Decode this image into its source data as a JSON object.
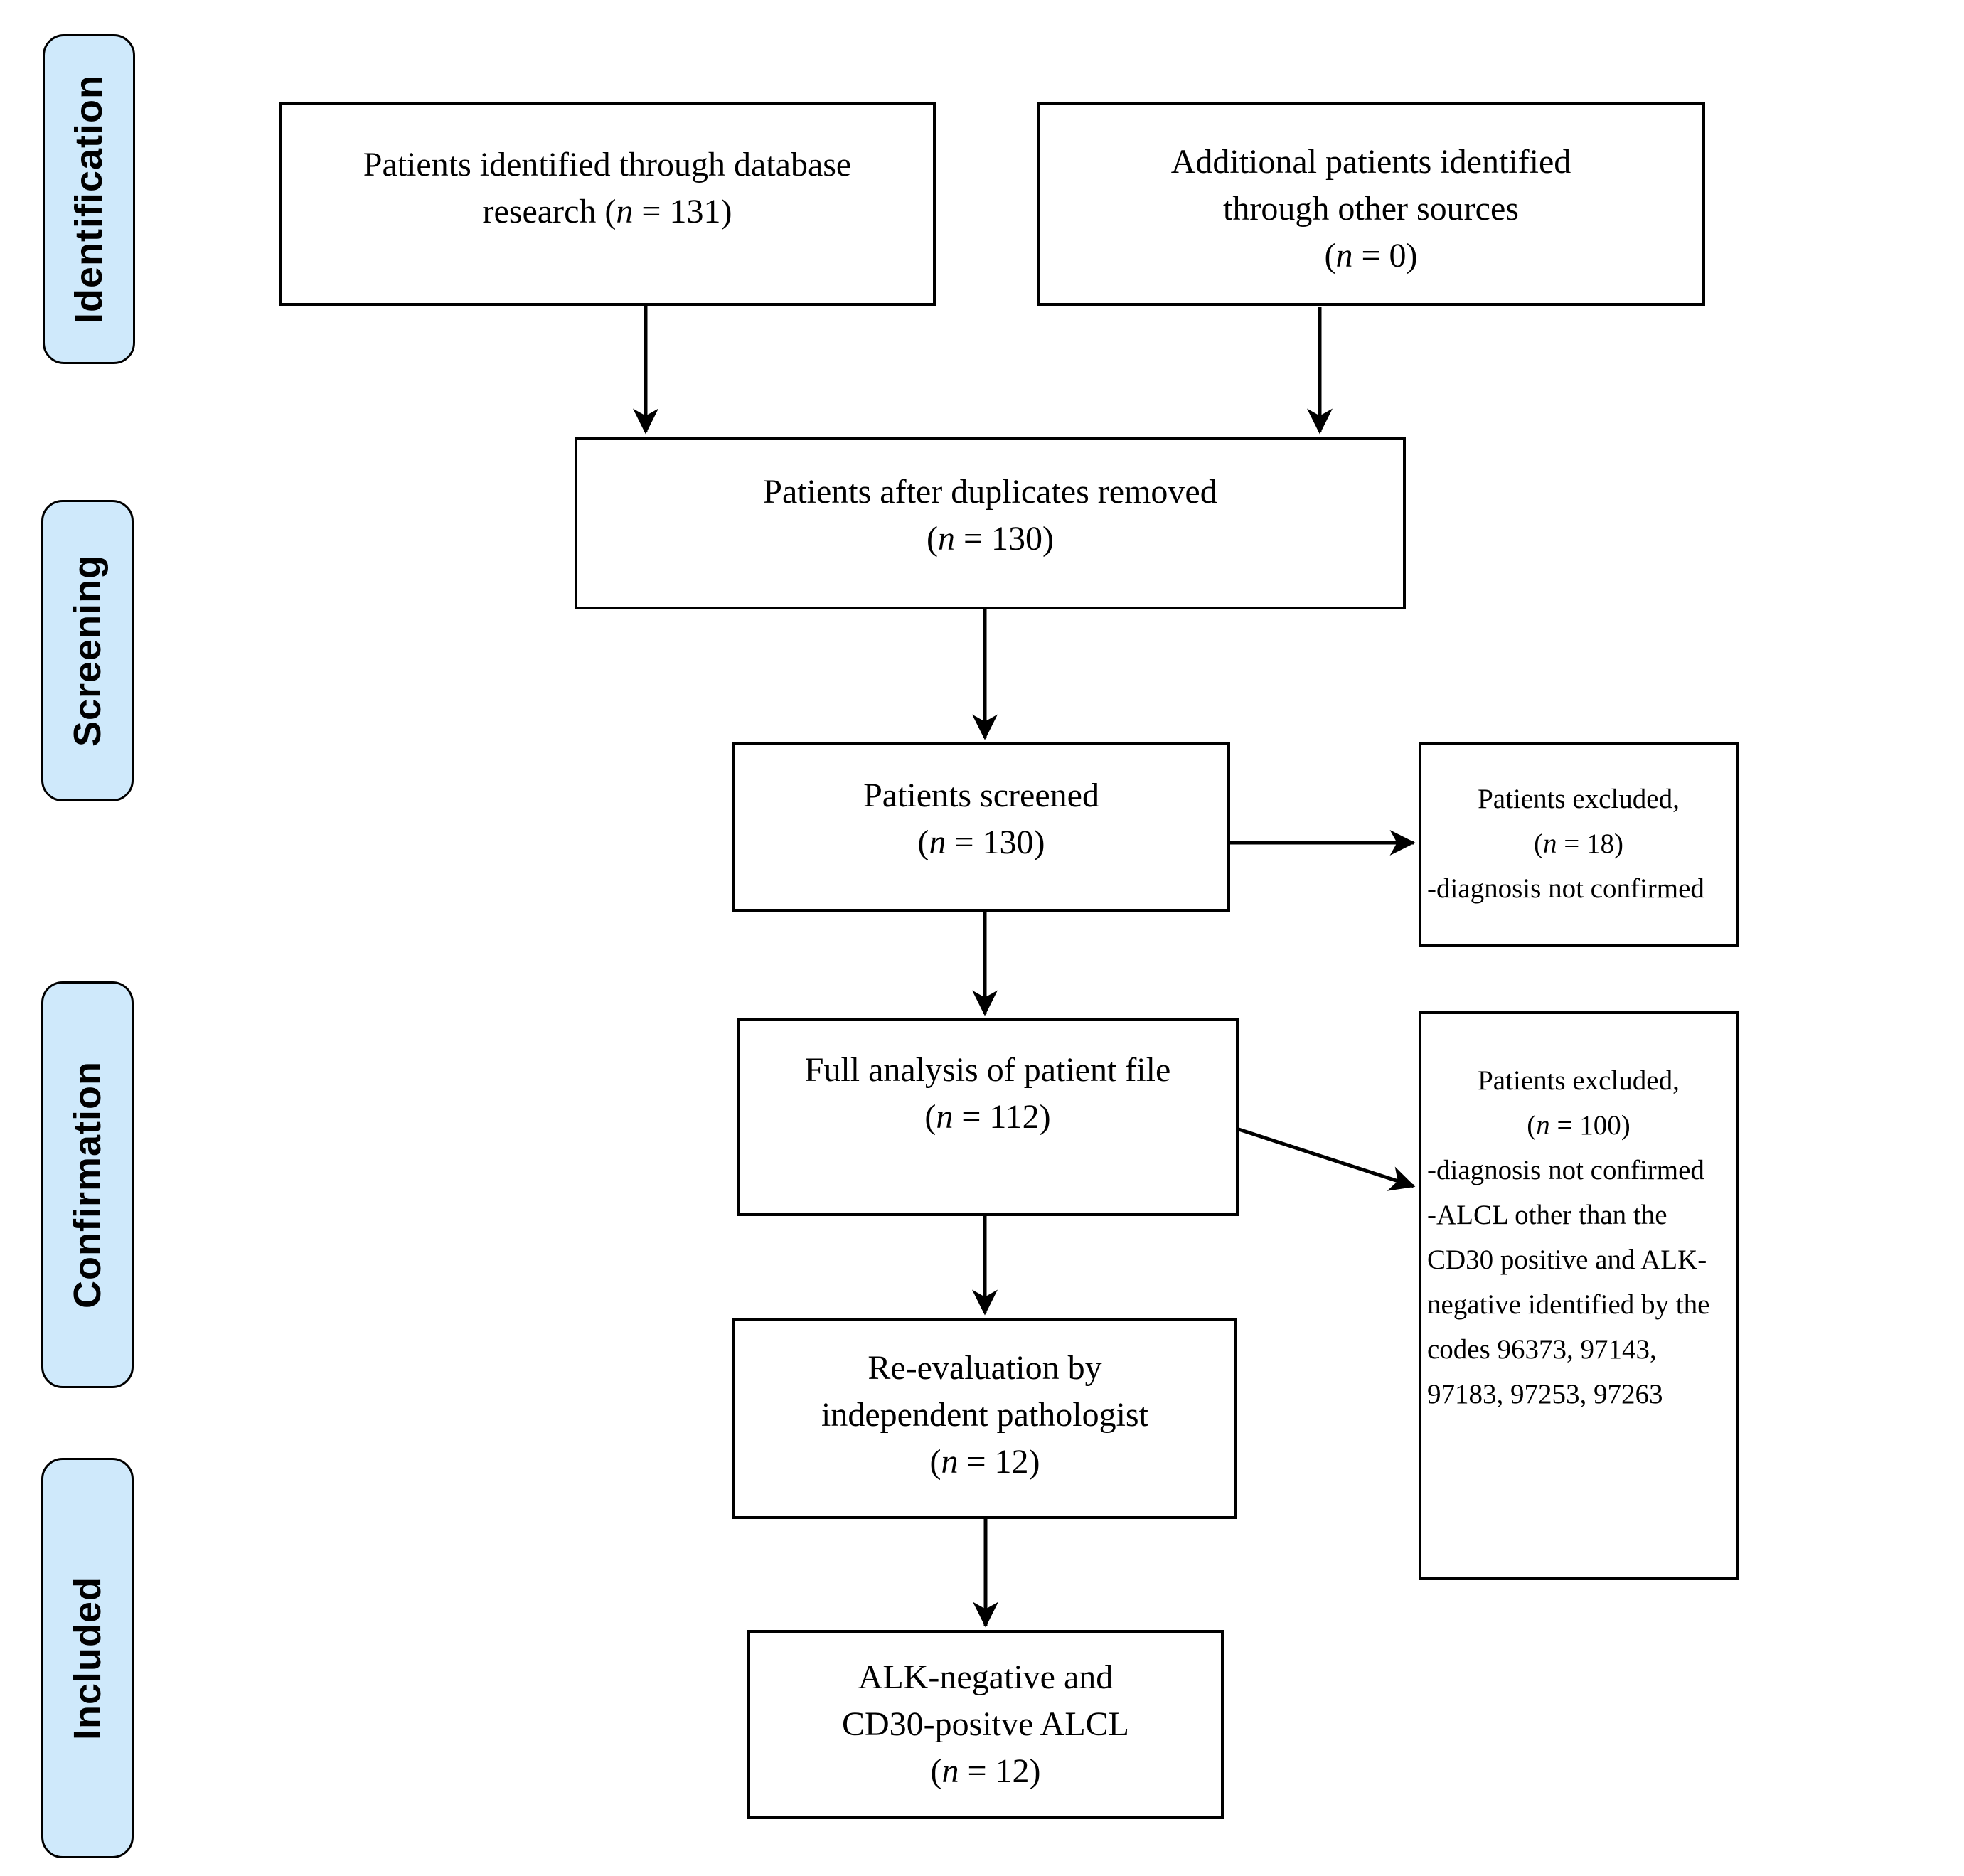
{
  "colors": {
    "stage_fill": "#cfe9fb",
    "stage_border": "#000000",
    "box_fill": "#ffffff",
    "box_border": "#000000",
    "arrow": "#000000",
    "text": "#000000"
  },
  "stages": [
    {
      "label": "Identification"
    },
    {
      "label": "Screening"
    },
    {
      "label": "Confirmation"
    },
    {
      "label": "Included"
    }
  ],
  "boxes": {
    "identified": {
      "lines": [
        {
          "text": "Patients identified through database",
          "align": "center"
        },
        {
          "text": "research (n = 131)",
          "align": "center"
        }
      ]
    },
    "additional": {
      "lines": [
        {
          "text": "Additional patients identified",
          "align": "center"
        },
        {
          "text": "through other sources",
          "align": "center"
        },
        {
          "text": "(n = 0)",
          "align": "center"
        }
      ]
    },
    "duplicates": {
      "lines": [
        {
          "text": "Patients after duplicates removed",
          "align": "center"
        },
        {
          "text": "(n = 130)",
          "align": "center"
        }
      ]
    },
    "screened": {
      "lines": [
        {
          "text": "Patients screened",
          "align": "center"
        },
        {
          "text": "(n = 130)",
          "align": "center"
        }
      ]
    },
    "excluded_screening": {
      "lines": [
        {
          "text": "Patients excluded,",
          "align": "center"
        },
        {
          "text": "(n = 18)",
          "align": "center"
        },
        {
          "text": "-diagnosis not confirmed",
          "align": "left"
        }
      ]
    },
    "full_analysis": {
      "lines": [
        {
          "text": "Full analysis of patient file",
          "align": "center"
        },
        {
          "text": "(n = 112)",
          "align": "center"
        }
      ]
    },
    "excluded_confirmation": {
      "lines": [
        {
          "text": "Patients excluded,",
          "align": "center"
        },
        {
          "text": "(n = 100)",
          "align": "center"
        },
        {
          "text": "-diagnosis not confirmed",
          "align": "left"
        },
        {
          "text": "-ALCL other than the",
          "align": "left"
        },
        {
          "text": "CD30 positive and ALK-",
          "align": "left"
        },
        {
          "text": "negative identified by the",
          "align": "left"
        },
        {
          "text": "codes 96373, 97143,",
          "align": "left"
        },
        {
          "text": "97183, 97253, 97263",
          "align": "left"
        }
      ]
    },
    "reevaluation": {
      "lines": [
        {
          "text": "Re-evaluation by",
          "align": "center"
        },
        {
          "text": "independent pathologist",
          "align": "center"
        },
        {
          "text": "(n = 12)",
          "align": "center"
        }
      ]
    },
    "included_final": {
      "lines": [
        {
          "text": "ALK-negative and",
          "align": "center"
        },
        {
          "text": "CD30-positve ALCL",
          "align": "center"
        },
        {
          "text": "(n = 12)",
          "align": "center"
        }
      ]
    }
  }
}
